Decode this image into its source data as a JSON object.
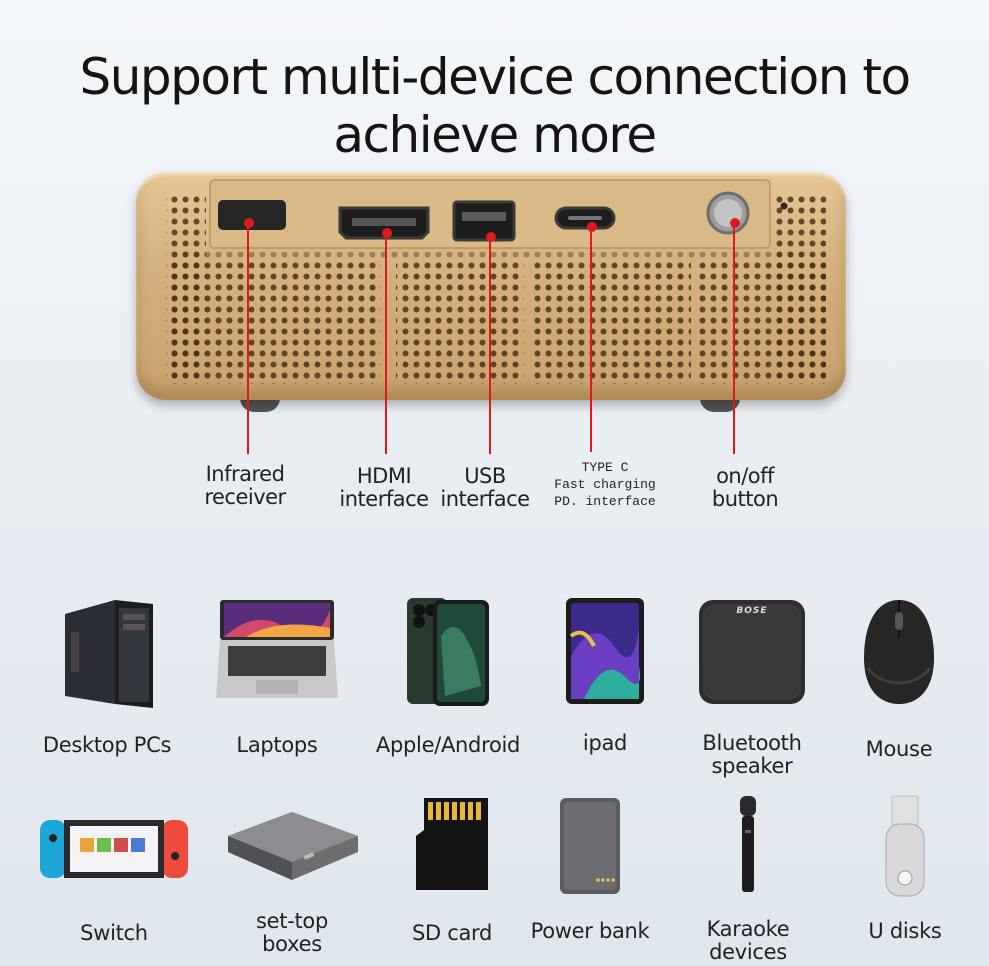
{
  "headline": {
    "line1": "Support multi-device connection to",
    "line2": "achieve more"
  },
  "ports": [
    {
      "line1": "Infrared",
      "line2": "receiver"
    },
    {
      "line1": "HDMI",
      "line2": "interface"
    },
    {
      "line1": "USB",
      "line2": "interface"
    },
    {
      "line1": "TYPE C",
      "line2": "Fast charging",
      "line3": "PD. interface"
    },
    {
      "line1": "on/off",
      "line2": "button"
    }
  ],
  "devices_row1": [
    {
      "line1": "Desktop PCs",
      "line2": ""
    },
    {
      "line1": "Laptops",
      "line2": ""
    },
    {
      "line1": "Apple/Android",
      "line2": ""
    },
    {
      "line1": "ipad",
      "line2": ""
    },
    {
      "line1": "Bluetooth",
      "line2": "speaker"
    },
    {
      "line1": "Mouse",
      "line2": ""
    }
  ],
  "devices_row2": [
    {
      "line1": "Switch",
      "line2": ""
    },
    {
      "line1": "set-top",
      "line2": "boxes"
    },
    {
      "line1": "SD card",
      "line2": ""
    },
    {
      "line1": "Power bank",
      "line2": ""
    },
    {
      "line1": "Karaoke",
      "line2": "devices"
    },
    {
      "line1": "U disks",
      "line2": ""
    }
  ],
  "speaker_brand": "BOSE",
  "colors": {
    "pointer": "#e01a1a",
    "device_gold": "#d5b27e"
  }
}
